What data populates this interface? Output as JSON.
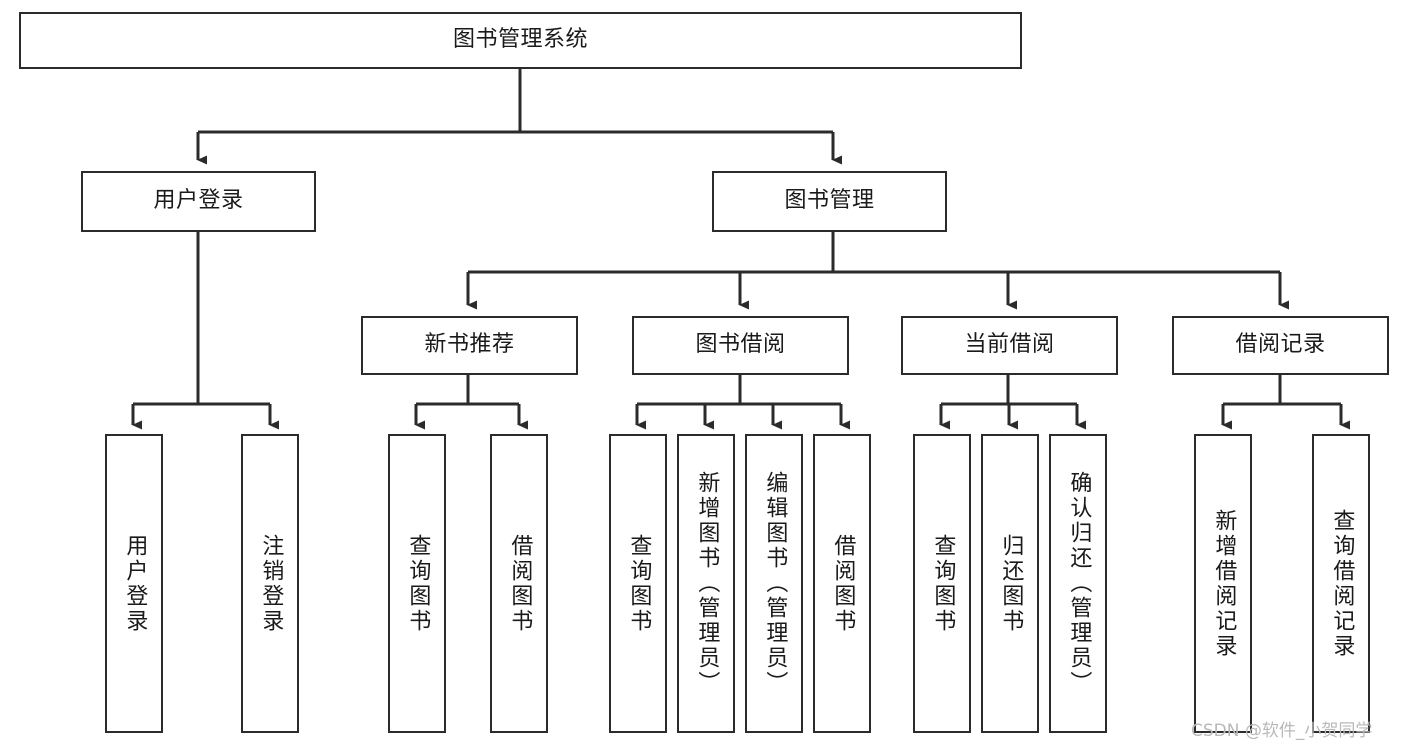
{
  "diagram": {
    "type": "tree",
    "title": "图书管理系统",
    "watermark": "CSDN @软件_小贺同学",
    "colors": {
      "box_border": "#2b2b2b",
      "box_fill": "#ffffff",
      "connector": "#2b2b2b",
      "text": "#1a1a1a",
      "watermark": "#b9b9b9",
      "background": "#ffffff"
    },
    "root": {
      "label": "图书管理系统",
      "level": 0
    },
    "level1": [
      {
        "label": "用户登录"
      },
      {
        "label": "图书管理"
      }
    ],
    "level2": [
      {
        "label": "新书推荐",
        "parent": "图书管理"
      },
      {
        "label": "图书借阅",
        "parent": "图书管理"
      },
      {
        "label": "当前借阅",
        "parent": "图书管理"
      },
      {
        "label": "借阅记录",
        "parent": "图书管理"
      }
    ],
    "leaves": {
      "user_login": [
        {
          "label": "用户登录"
        },
        {
          "label": "注销登录"
        }
      ],
      "new_book_recommend": [
        {
          "label": "查询图书"
        },
        {
          "label": "借阅图书"
        }
      ],
      "book_borrow": [
        {
          "label": "查询图书"
        },
        {
          "label": "新增图书（管理员）"
        },
        {
          "label": "编辑图书（管理员）"
        },
        {
          "label": "借阅图书"
        }
      ],
      "current_borrow": [
        {
          "label": "查询图书"
        },
        {
          "label": "归还图书"
        },
        {
          "label": "确认归还（管理员）"
        }
      ],
      "borrow_record": [
        {
          "label": "新增借阅记录"
        },
        {
          "label": "查询借阅记录"
        }
      ]
    }
  }
}
